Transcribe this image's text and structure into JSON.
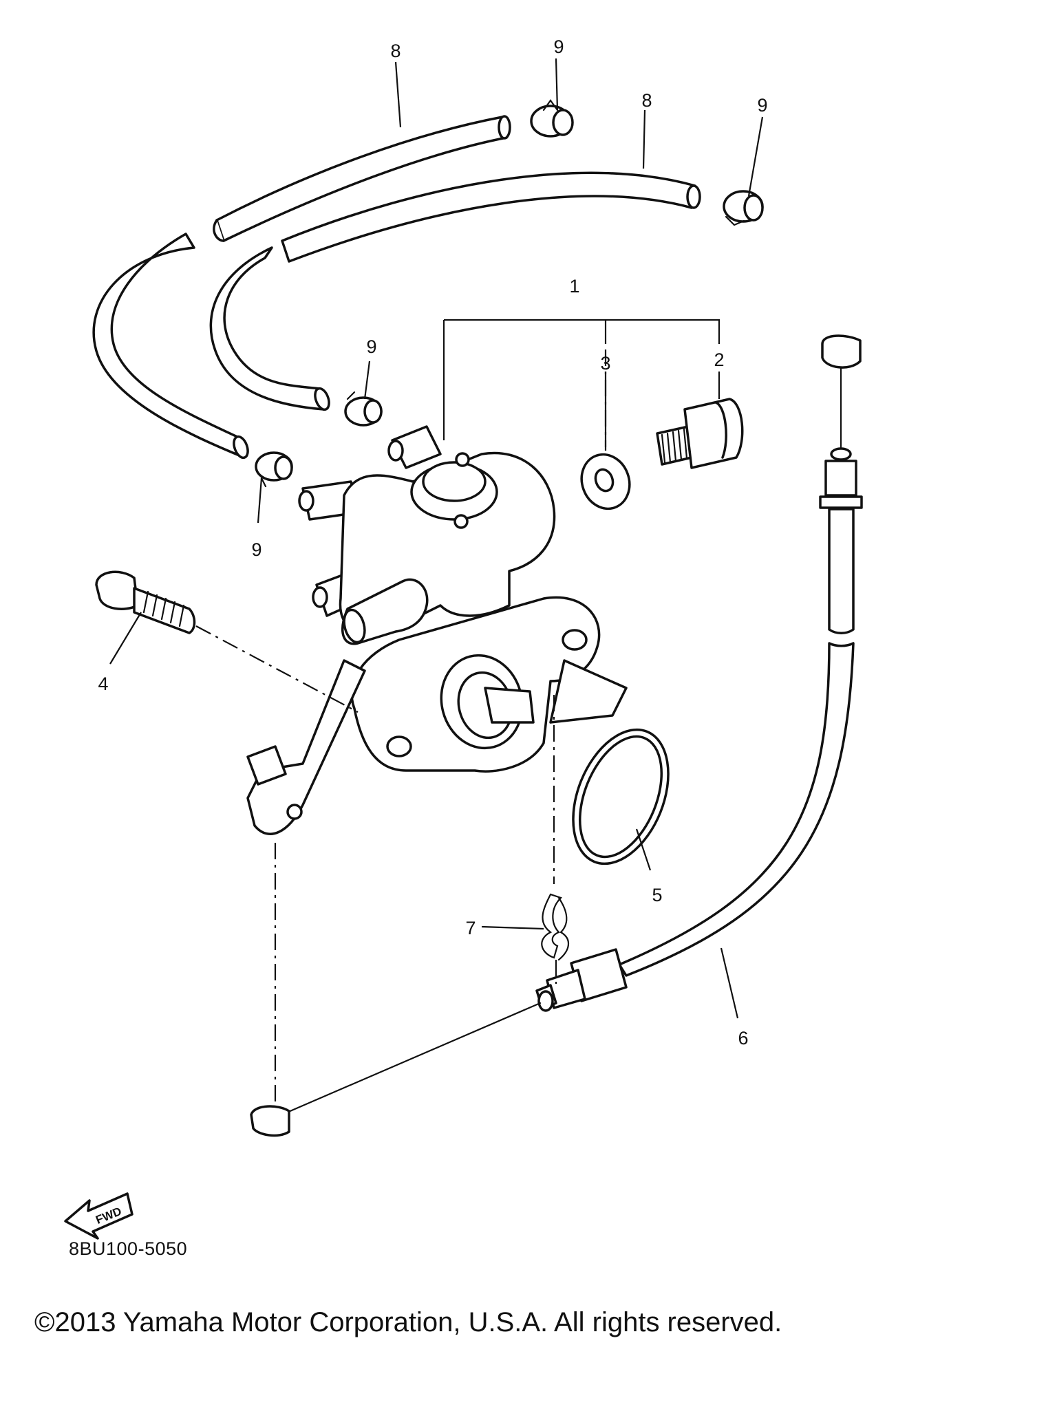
{
  "diagram": {
    "callouts": {
      "c1": "1",
      "c2": "2",
      "c3": "3",
      "c4": "4",
      "c5": "5",
      "c6": "6",
      "c7": "7",
      "c8a": "8",
      "c8b": "8",
      "c9a": "9",
      "c9b": "9",
      "c9c": "9",
      "c9d": "9"
    },
    "fwd_label": "FWD",
    "code": "8BU100-5050"
  },
  "footer": {
    "copyright": "©2013 Yamaha Motor Corporation, U.S.A. All rights reserved."
  }
}
